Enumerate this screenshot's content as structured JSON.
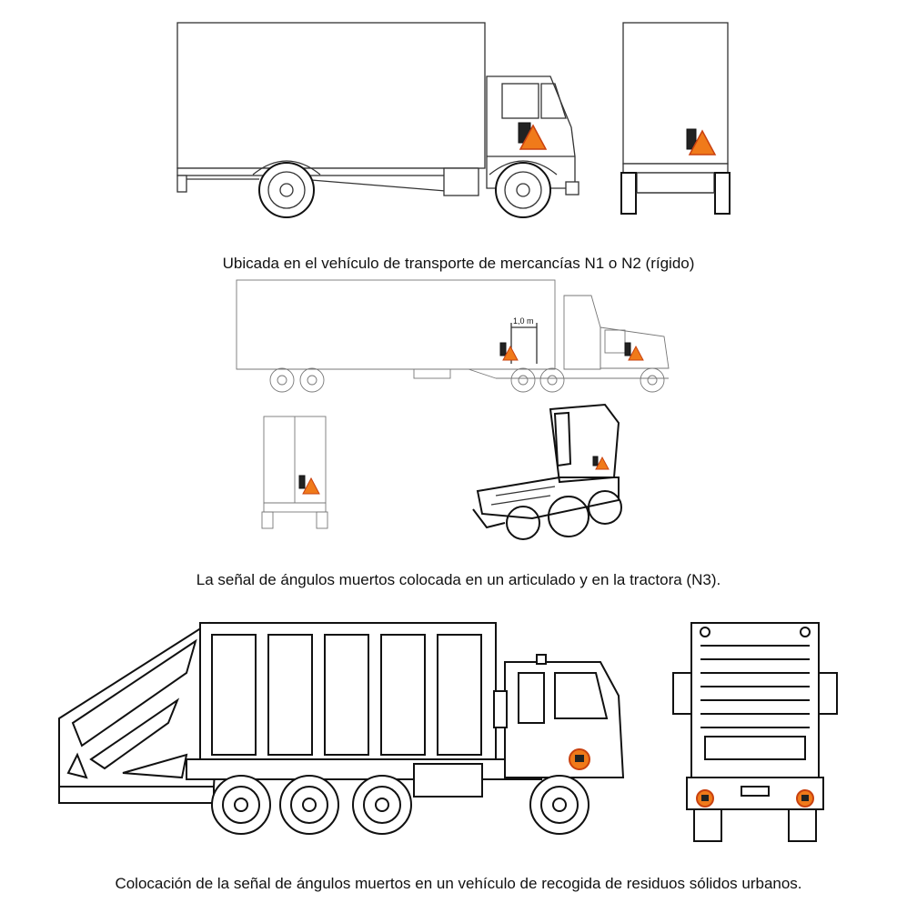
{
  "captions": {
    "rigid": "Ubicada en el vehículo de transporte de mercancías N1 o N2 (rígido)",
    "articulated": "La señal de ángulos muertos colocada en un articulado y en la tractora (N3).",
    "garbage": "Colocación de la señal de ángulos muertos en un vehículo de recogida de residuos sólidos urbanos."
  },
  "dimension_label": "1,0 m",
  "colors": {
    "sign_orange": "#f07a1a",
    "sign_border": "#c9410f",
    "line": "#333333"
  },
  "icons": [
    "blind-spot-warning-sign-icon"
  ]
}
